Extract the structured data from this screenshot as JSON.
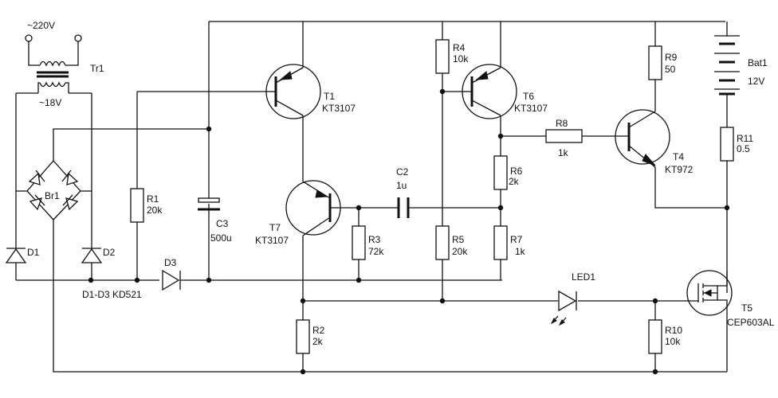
{
  "diagram": {
    "labels": {
      "transformer_primary": "~220V",
      "transformer_name": "Tr1",
      "transformer_secondary": "~18V",
      "bridge": "Br1",
      "d1": "D1",
      "d2": "D2",
      "diodes_note": "D1-D3 KD521",
      "d3": "D3",
      "r1_name": "R1",
      "r1_value": "20k",
      "c3_name": "C3",
      "c3_value": "500u",
      "t1_name": "T1",
      "t1_type": "KT3107",
      "t7_name": "T7",
      "t7_type": "KT3107",
      "r2_name": "R2",
      "r2_value": "2k",
      "r3_name": "R3",
      "r3_value": "72k",
      "c2_name": "C2",
      "c2_value": "1u",
      "r4_name": "R4",
      "r4_value": "10k",
      "r5_name": "R5",
      "r5_value": "20k",
      "t6_name": "T6",
      "t6_type": "KT3107",
      "r6_name": "R6",
      "r6_value": "2k",
      "r7_name": "R7",
      "r7_value": "1k",
      "r8_name": "R8",
      "r8_value": "1k",
      "r9_name": "R9",
      "r9_value": "50",
      "t4_name": "T4",
      "t4_type": "KT972",
      "bat_name": "Bat1",
      "bat_value": "12V",
      "r11_name": "R11",
      "r11_value": "0.5",
      "led_name": "LED1",
      "t5_name": "T5",
      "t5_type": "CEP603AL",
      "r10_name": "R10",
      "r10_value": "10k"
    }
  }
}
